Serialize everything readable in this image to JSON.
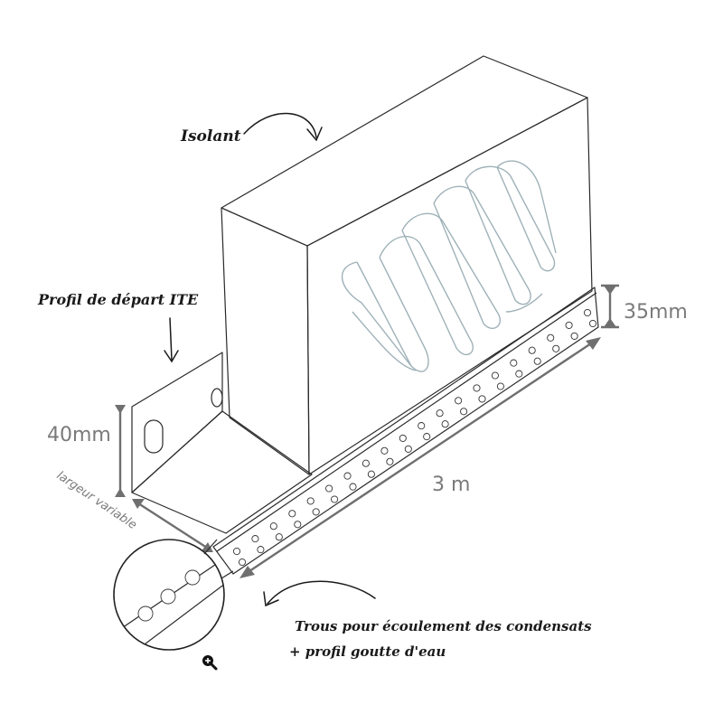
{
  "labels": {
    "insulation": "Isolant",
    "start_profile": "Profil de départ ITE",
    "height_left": "40mm",
    "height_right": "35mm",
    "length": "3 m",
    "width": "largeur variable",
    "holes_line1": "Trous pour écoulement des condensats",
    "holes_line2": "+ profil goutte d'eau"
  },
  "colors": {
    "insulation_fill": "#c5e5ed",
    "insulation_side": "#bfe2ea",
    "dimension": "#6f6f6f",
    "outline": "#2a2a2a"
  },
  "icons": {
    "zoom": "magnifier-plus-icon"
  }
}
